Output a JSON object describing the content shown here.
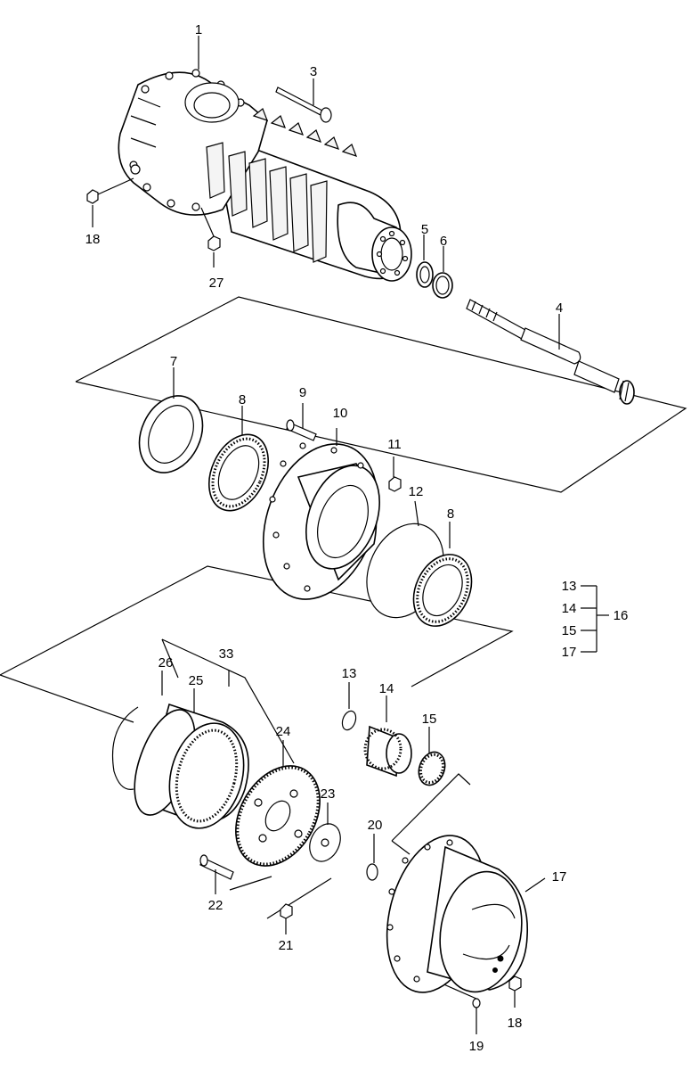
{
  "callouts": {
    "c1": "1",
    "c3": "3",
    "c4": "4",
    "c5": "5",
    "c6": "6",
    "c7": "7",
    "c8a": "8",
    "c8b": "8",
    "c9": "9",
    "c10": "10",
    "c11": "11",
    "c12": "12",
    "c13a": "13",
    "c13b": "13",
    "c14a": "14",
    "c14b": "14",
    "c15a": "15",
    "c15b": "15",
    "c16": "16",
    "c17a": "17",
    "c17b": "17",
    "c18a": "18",
    "c18b": "18",
    "c19": "19",
    "c20": "20",
    "c21": "21",
    "c22": "22",
    "c23": "23",
    "c24": "24",
    "c25": "25",
    "c26": "26",
    "c27": "27",
    "c33": "33"
  },
  "icons": {
    "housing": "axle-housing-icon",
    "hub": "wheel-hub-icon",
    "ring_gear": "ring-gear-icon",
    "planet_carrier": "planet-carrier-icon"
  }
}
